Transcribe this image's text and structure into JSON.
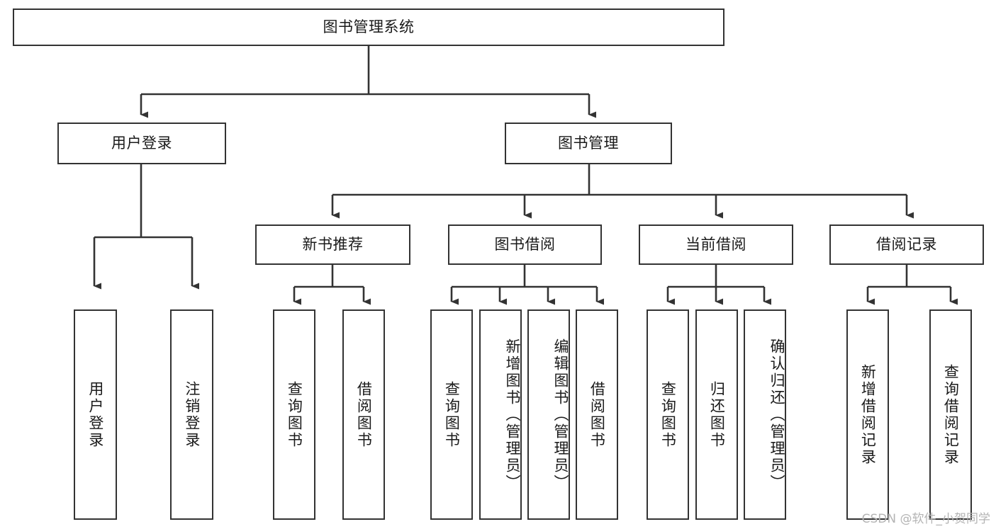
{
  "diagram": {
    "type": "tree",
    "title": "图书管理系统",
    "root": {
      "label": "图书管理系统"
    },
    "level1": [
      {
        "label": "用户登录"
      },
      {
        "label": "图书管理"
      }
    ],
    "level2": [
      {
        "label": "新书推荐"
      },
      {
        "label": "图书借阅"
      },
      {
        "label": "当前借阅"
      },
      {
        "label": "借阅记录"
      }
    ],
    "leaves": [
      {
        "label": "用户登录"
      },
      {
        "label": "注销登录"
      },
      {
        "label": "查询图书"
      },
      {
        "label": "借阅图书"
      },
      {
        "label": "查询图书"
      },
      {
        "label": "新增图书（管理员）"
      },
      {
        "label": "编辑图书（管理员）"
      },
      {
        "label": "借阅图书"
      },
      {
        "label": "查询图书"
      },
      {
        "label": "归还图书"
      },
      {
        "label": "确认归还（管理员）"
      },
      {
        "label": "新增借阅记录"
      },
      {
        "label": "查询借阅记录"
      }
    ],
    "colors": {
      "stroke": "#333333",
      "fill": "#ffffff",
      "text": "#1a1a1a",
      "watermark": "#b4b4b4"
    }
  },
  "watermark": {
    "text": "CSDN @软件_小贺同学"
  }
}
